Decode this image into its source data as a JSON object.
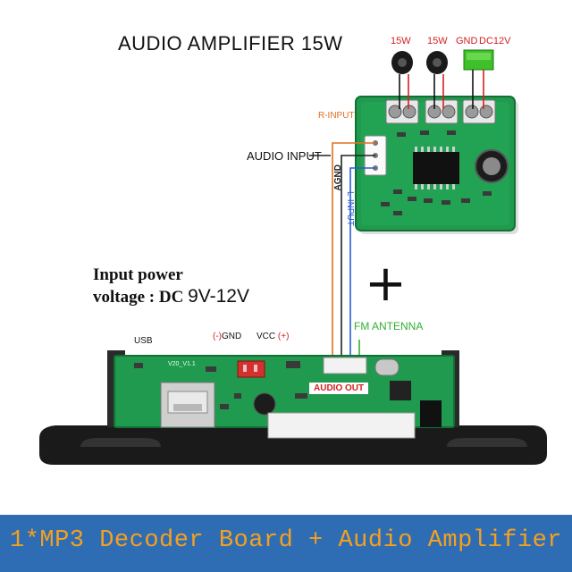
{
  "title": "AUDIO AMPLIFIER 15W",
  "amp_labels": {
    "speaker_left": "15W",
    "speaker_right": "15W",
    "gnd": "GND",
    "dc": "DC12V",
    "r_input": "R-INPUT",
    "audio_input": "AUDIO INPUT",
    "agnd": "AGND",
    "l_input": "L-INPUT"
  },
  "power_note": {
    "line1": "Input power",
    "line2_prefix": "voltage : DC ",
    "line2_voltage": "9V-12V"
  },
  "plus_sign": "+",
  "decoder_labels": {
    "fm_antenna": "FM ANTENNA",
    "usb": "USB",
    "gnd_sign": "(-)",
    "gnd": "GND",
    "vcc": "VCC",
    "vcc_sign": "(+)",
    "audio_out": "AUDIO OUT",
    "board_marking": "V20_V1.1"
  },
  "banner": "1*MP3 Decoder Board + Audio Amplifier",
  "colors": {
    "pcb_green": "#1f9a4e",
    "banner_bg": "#2e6db3",
    "banner_text": "#f5a020",
    "wire_red": "#d32020",
    "wire_orange": "#e07020",
    "wire_blue": "#2a5bd0",
    "fm_green": "#30b030"
  }
}
